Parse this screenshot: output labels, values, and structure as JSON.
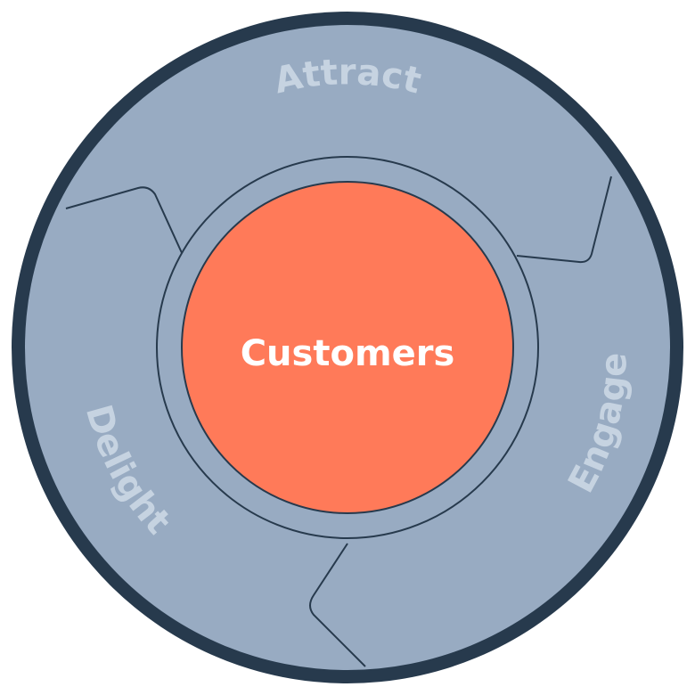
{
  "diagram": {
    "center_label": "Customers",
    "segments": [
      {
        "label": "Attract"
      },
      {
        "label": "Engage"
      },
      {
        "label": "Delight"
      }
    ]
  },
  "colors": {
    "outer_ring": "#273a4d",
    "segment_fill": "#98abc2",
    "segment_label": "#c6d3e1",
    "center_fill": "#ff7a59",
    "center_label": "#ffffff",
    "divider_line": "#273a4d"
  }
}
